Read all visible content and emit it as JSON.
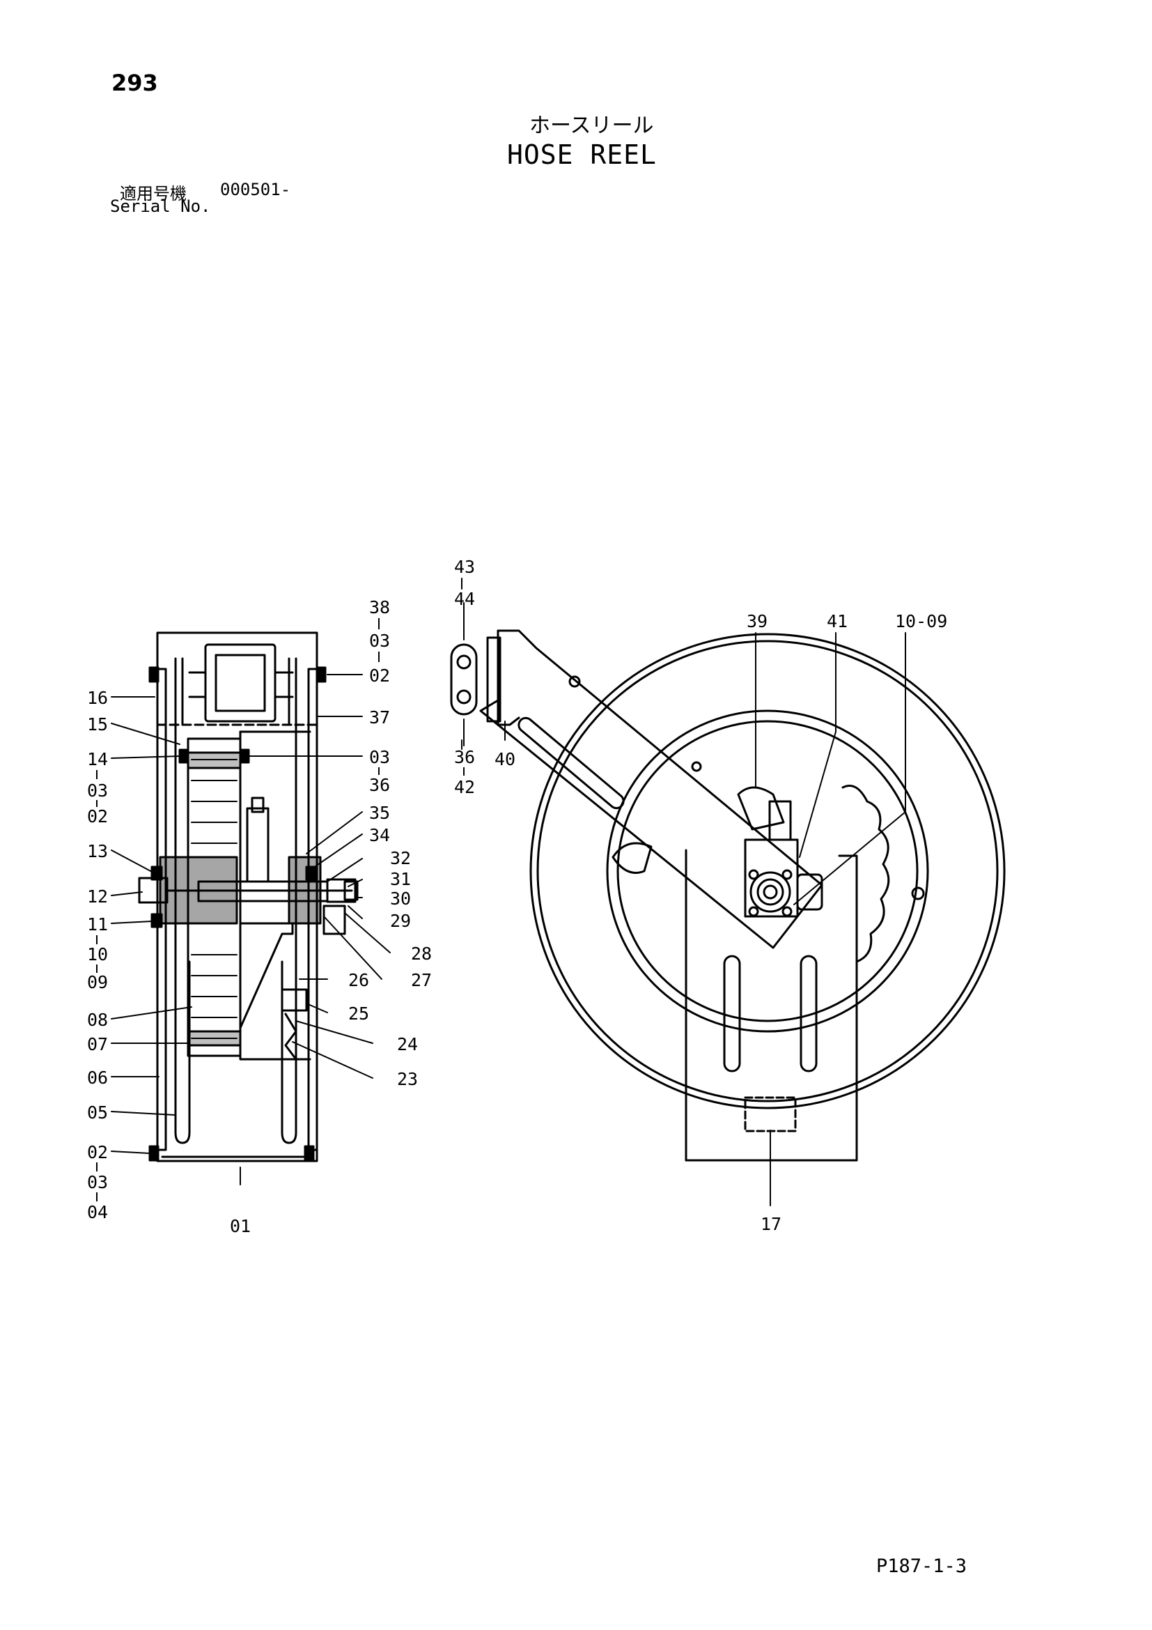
{
  "page_number": "293",
  "title_jp": "ホースリール",
  "title_en": "HOSE REEL",
  "serial": {
    "label_jp": "適用号機",
    "value": "000501-",
    "label_en": "Serial No."
  },
  "part_labels": {
    "p01": "01",
    "p02": "02",
    "p03": "03",
    "p04": "04",
    "p05": "05",
    "p06": "06",
    "p07": "07",
    "p08": "08",
    "p09": "09",
    "p10": "10",
    "p11": "11",
    "p12": "12",
    "p13": "13",
    "p14": "14",
    "p15": "15",
    "p16": "16",
    "p17": "17",
    "p23": "23",
    "p24": "24",
    "p25": "25",
    "p26": "26",
    "p27": "27",
    "p28": "28",
    "p29": "29",
    "p30": "30",
    "p31": "31",
    "p32": "32",
    "p34": "34",
    "p35": "35",
    "p36": "36",
    "p37": "37",
    "p38": "38",
    "p39": "39",
    "p40": "40",
    "p41": "41",
    "p42": "42",
    "p43": "43",
    "p44": "44",
    "p10_09": "10-09"
  },
  "footer_code": "P187-1-3"
}
